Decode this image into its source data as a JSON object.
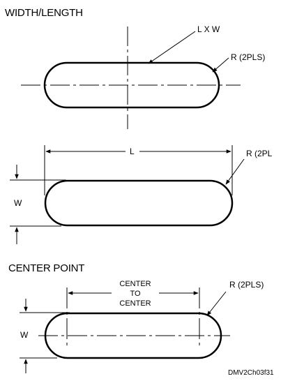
{
  "headings": {
    "width_length": "WIDTH/LENGTH",
    "center_point": "CENTER POINT"
  },
  "labels": {
    "lxw": "L X W",
    "radius_top": "R (2PLS)",
    "length": "L",
    "radius_middle": "R (2PL",
    "width_middle": "W",
    "center_to_center_line1": "CENTER",
    "center_to_center_line2": "TO",
    "center_to_center_line3": "CENTER",
    "radius_bottom": "R (2PLS)",
    "width_bottom": "W"
  },
  "figure_id": "DMV2Ch03f31"
}
